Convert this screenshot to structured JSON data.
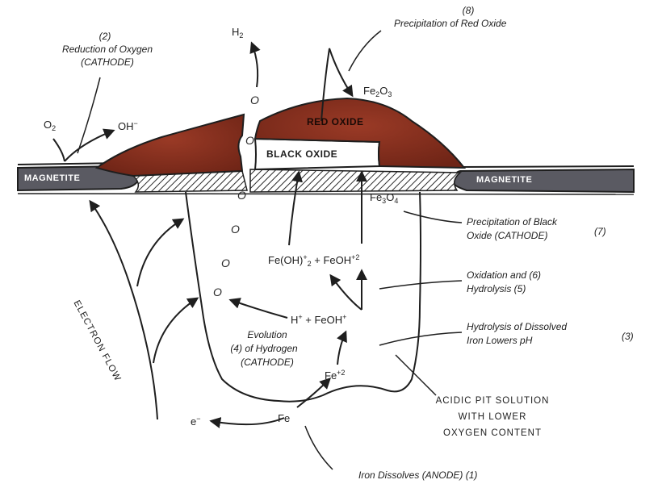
{
  "labels": {
    "red_oxide_num": "(8)",
    "red_oxide_title": "Precipitation of Red Oxide",
    "oxygen_num": "(2)",
    "oxygen_line1": "Reduction of Oxygen",
    "oxygen_line2": "(CATHODE)",
    "h2": "H",
    "h2_sub": "2",
    "o2": "O",
    "o2_sub": "2",
    "oh": "OH",
    "oh_sup": "−",
    "fe2o3_a": "Fe",
    "fe2o3_b": "2",
    "fe2o3_c": "O",
    "fe2o3_d": "3",
    "red_oxide_band": "RED OXIDE",
    "black_oxide_band": "BLACK OXIDE",
    "magnetite_left": "MAGNETITE",
    "magnetite_right": "MAGNETITE",
    "fe3o4_a": "Fe",
    "fe3o4_b": "3",
    "fe3o4_c": "O",
    "fe3o4_d": "4",
    "black_oxide_line1": "Precipitation of Black",
    "black_oxide_line2": "Oxide (CATHODE)",
    "black_oxide_num": "(7)",
    "feoh2_a": "Fe(OH)",
    "feoh2_sup": "+",
    "feoh2_sub": "2",
    "feoh2_b": " + FeOH",
    "feoh2_c": "+2",
    "oxidation_line1": "Oxidation and (6)",
    "oxidation_line2": "Hydrolysis (5)",
    "electron_flow": "ELECTRON FLOW",
    "hplus_a": "H",
    "hplus_b": "+",
    "hplus_c": " + FeOH",
    "hplus_d": "+",
    "hydrolysis_line1": "Hydrolysis of Dissolved",
    "hydrolysis_line2": "Iron Lowers pH",
    "hydrolysis_num": "(3)",
    "evolution_line1": "Evolution",
    "evolution_line2": "(4) of Hydrogen",
    "evolution_line3": "(CATHODE)",
    "fe2plus_a": "Fe",
    "fe2plus_b": "+2",
    "acidic_line1": "ACIDIC PIT SOLUTION",
    "acidic_line2": "WITH LOWER",
    "acidic_line3": "OXYGEN CONTENT",
    "electron": "e",
    "electron_sup": "−",
    "fe": "Fe",
    "dissolves": "Iron Dissolves (ANODE) (1)",
    "bubble": "O"
  },
  "colors": {
    "red_oxide": "#8a3020",
    "red_oxide_dark": "#5e1c12",
    "magnetite": "#585860",
    "ink": "#1e1e1e"
  }
}
